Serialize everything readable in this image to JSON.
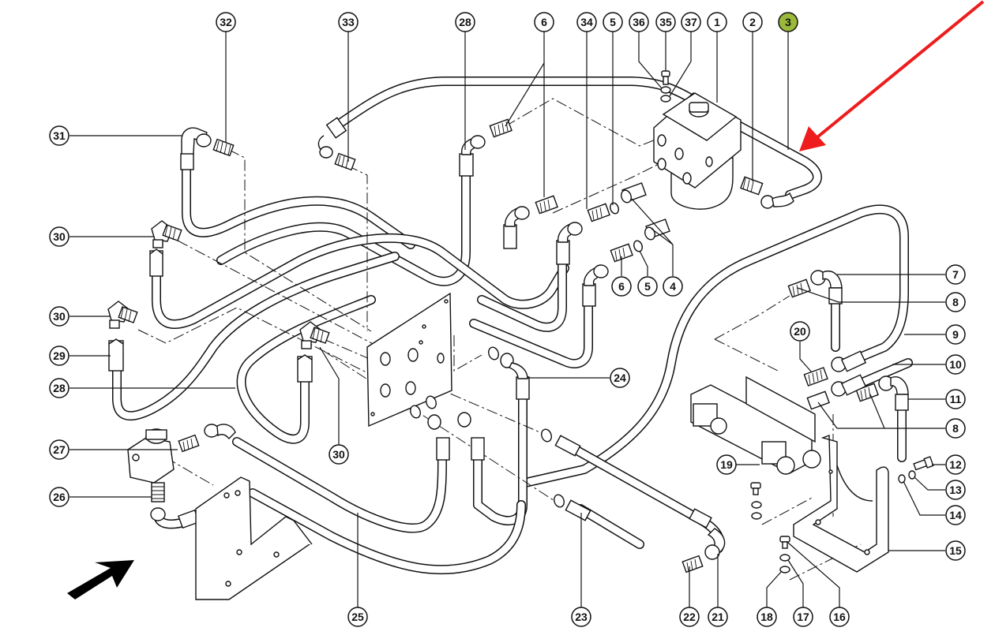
{
  "diagram": {
    "type": "exploded-parts-diagram",
    "subject": "hydraulic hose and valve assembly",
    "highlight_color": "#9ab83a",
    "pointer_arrow_color": "#ee1c1c",
    "highlighted_callout": "3",
    "callouts": [
      {
        "id": "c32",
        "label": "32"
      },
      {
        "id": "c33",
        "label": "33"
      },
      {
        "id": "c28top",
        "label": "28"
      },
      {
        "id": "c6top",
        "label": "6"
      },
      {
        "id": "c34",
        "label": "34"
      },
      {
        "id": "c5top",
        "label": "5"
      },
      {
        "id": "c36",
        "label": "36"
      },
      {
        "id": "c35",
        "label": "35"
      },
      {
        "id": "c37",
        "label": "37"
      },
      {
        "id": "c1",
        "label": "1"
      },
      {
        "id": "c2",
        "label": "2"
      },
      {
        "id": "c3",
        "label": "3"
      },
      {
        "id": "c31",
        "label": "31"
      },
      {
        "id": "c30a",
        "label": "30"
      },
      {
        "id": "c30b",
        "label": "30"
      },
      {
        "id": "c29",
        "label": "29"
      },
      {
        "id": "c28left",
        "label": "28"
      },
      {
        "id": "c30c",
        "label": "30"
      },
      {
        "id": "c27",
        "label": "27"
      },
      {
        "id": "c26",
        "label": "26"
      },
      {
        "id": "c25",
        "label": "25"
      },
      {
        "id": "c24",
        "label": "24"
      },
      {
        "id": "c23",
        "label": "23"
      },
      {
        "id": "c22",
        "label": "22"
      },
      {
        "id": "c21",
        "label": "21"
      },
      {
        "id": "c6mid",
        "label": "6"
      },
      {
        "id": "c5mid",
        "label": "5"
      },
      {
        "id": "c4",
        "label": "4"
      },
      {
        "id": "c7",
        "label": "7"
      },
      {
        "id": "c8a",
        "label": "8"
      },
      {
        "id": "c9",
        "label": "9"
      },
      {
        "id": "c10",
        "label": "10"
      },
      {
        "id": "c20",
        "label": "20"
      },
      {
        "id": "c11",
        "label": "11"
      },
      {
        "id": "c8b",
        "label": "8"
      },
      {
        "id": "c19",
        "label": "19"
      },
      {
        "id": "c12",
        "label": "12"
      },
      {
        "id": "c13",
        "label": "13"
      },
      {
        "id": "c14",
        "label": "14"
      },
      {
        "id": "c15",
        "label": "15"
      },
      {
        "id": "c16",
        "label": "16"
      },
      {
        "id": "c17",
        "label": "17"
      },
      {
        "id": "c18",
        "label": "18"
      }
    ]
  }
}
